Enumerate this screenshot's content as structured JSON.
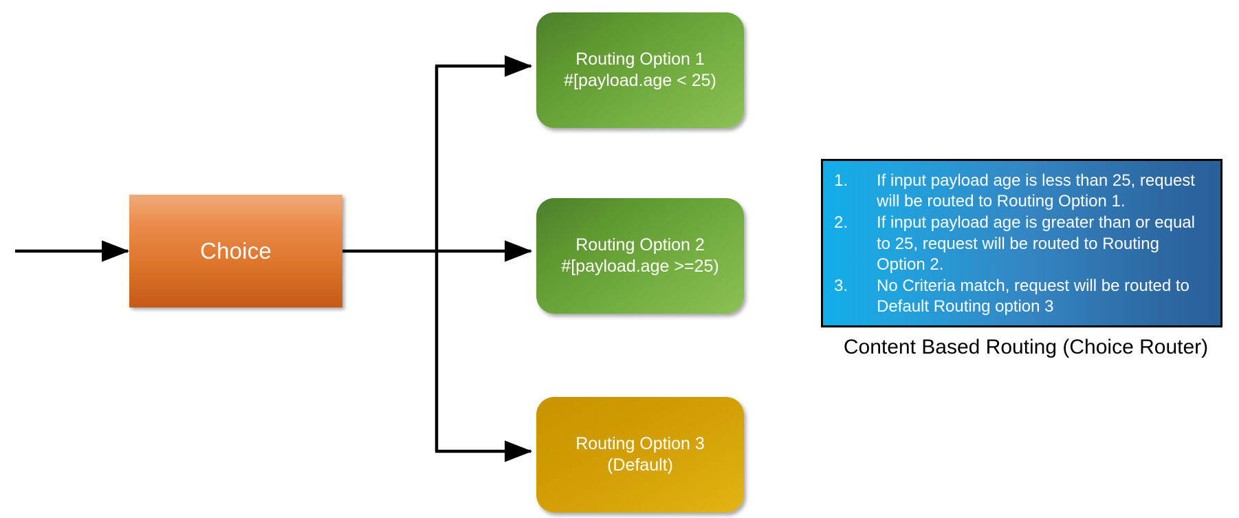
{
  "diagram": {
    "title": "Content Based Routing (Choice Router)",
    "source_node": {
      "label": "Choice",
      "color": "#DF772F"
    },
    "route_nodes": [
      {
        "id": "routing-option-1",
        "line1": "Routing Option 1",
        "line2": "#[payload.age < 25)",
        "color": "#6FA93D"
      },
      {
        "id": "routing-option-2",
        "line1": "Routing Option 2",
        "line2": "#[payload.age >=25)",
        "color": "#6FA93D"
      },
      {
        "id": "routing-option-3",
        "line1": "Routing Option 3",
        "line2": "(Default)",
        "color": "#D8A70A"
      }
    ],
    "legend": {
      "items": [
        {
          "number": "1.",
          "text": "If input payload age is less than 25, request will be routed to Routing Option 1."
        },
        {
          "number": "2.",
          "text": "If input payload age is greater than or equal to 25, request will be routed to Routing Option 2."
        },
        {
          "number": "3.",
          "text": "No Criteria match, request will be routed to Default Routing option 3"
        }
      ],
      "gradient_start": "#12AEEA",
      "gradient_end": "#2A5F98"
    },
    "caption": "Content Based Routing (Choice Router)",
    "connector_color": "#000000"
  }
}
